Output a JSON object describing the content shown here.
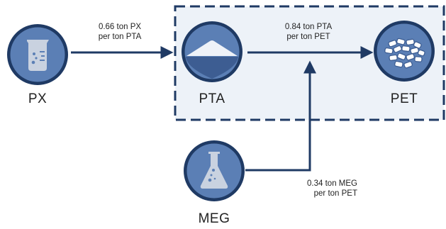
{
  "nodes": {
    "px": {
      "label": "PX",
      "icon": "beaker-icon"
    },
    "pta": {
      "label": "PTA",
      "icon": "powder-pile-icon"
    },
    "pet": {
      "label": "PET",
      "icon": "pellets-icon"
    },
    "meg": {
      "label": "MEG",
      "icon": "flask-icon"
    }
  },
  "flows": {
    "px_to_pta": {
      "line1": "0.66 ton PX",
      "line2": "per ton PTA"
    },
    "pta_to_pet": {
      "line1": "0.84 ton PTA",
      "line2": "per ton PET"
    },
    "meg_to_pet": {
      "line1": "0.34 ton MEG",
      "line2": "per ton PET"
    }
  },
  "colors": {
    "navy": "#1f3a64",
    "icon_fill": "#5b7fb5",
    "icon_dark": "#3d5d92",
    "icon_bg": "#c9d2e0",
    "box_fill": "#edf2f8"
  }
}
